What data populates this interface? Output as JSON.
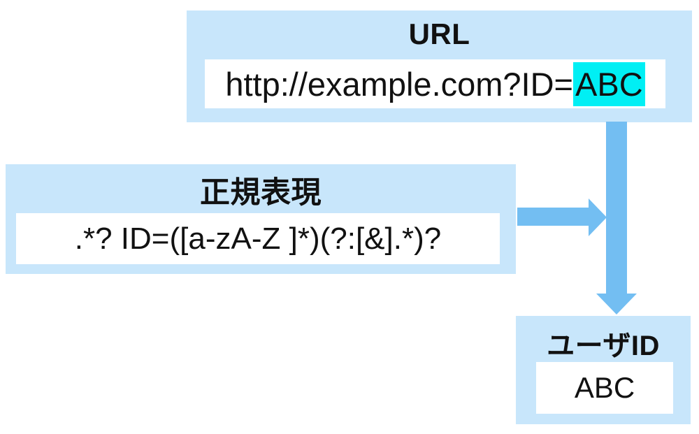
{
  "url_box": {
    "title": "URL",
    "value_prefix": "http://example.com?ID=",
    "value_highlight": "ABC"
  },
  "regex_box": {
    "title": "正規表現",
    "value": ".*? ID=([a-zA-Z ]*)(?:[&].*)?"
  },
  "userid_box": {
    "title": "ユーザID",
    "value": "ABC"
  },
  "colors": {
    "box_fill": "#C8E6FB",
    "field_bg": "#FFFFFF",
    "arrow": "#73BEF2",
    "highlight": "#00EFF4",
    "text": "#111111"
  }
}
